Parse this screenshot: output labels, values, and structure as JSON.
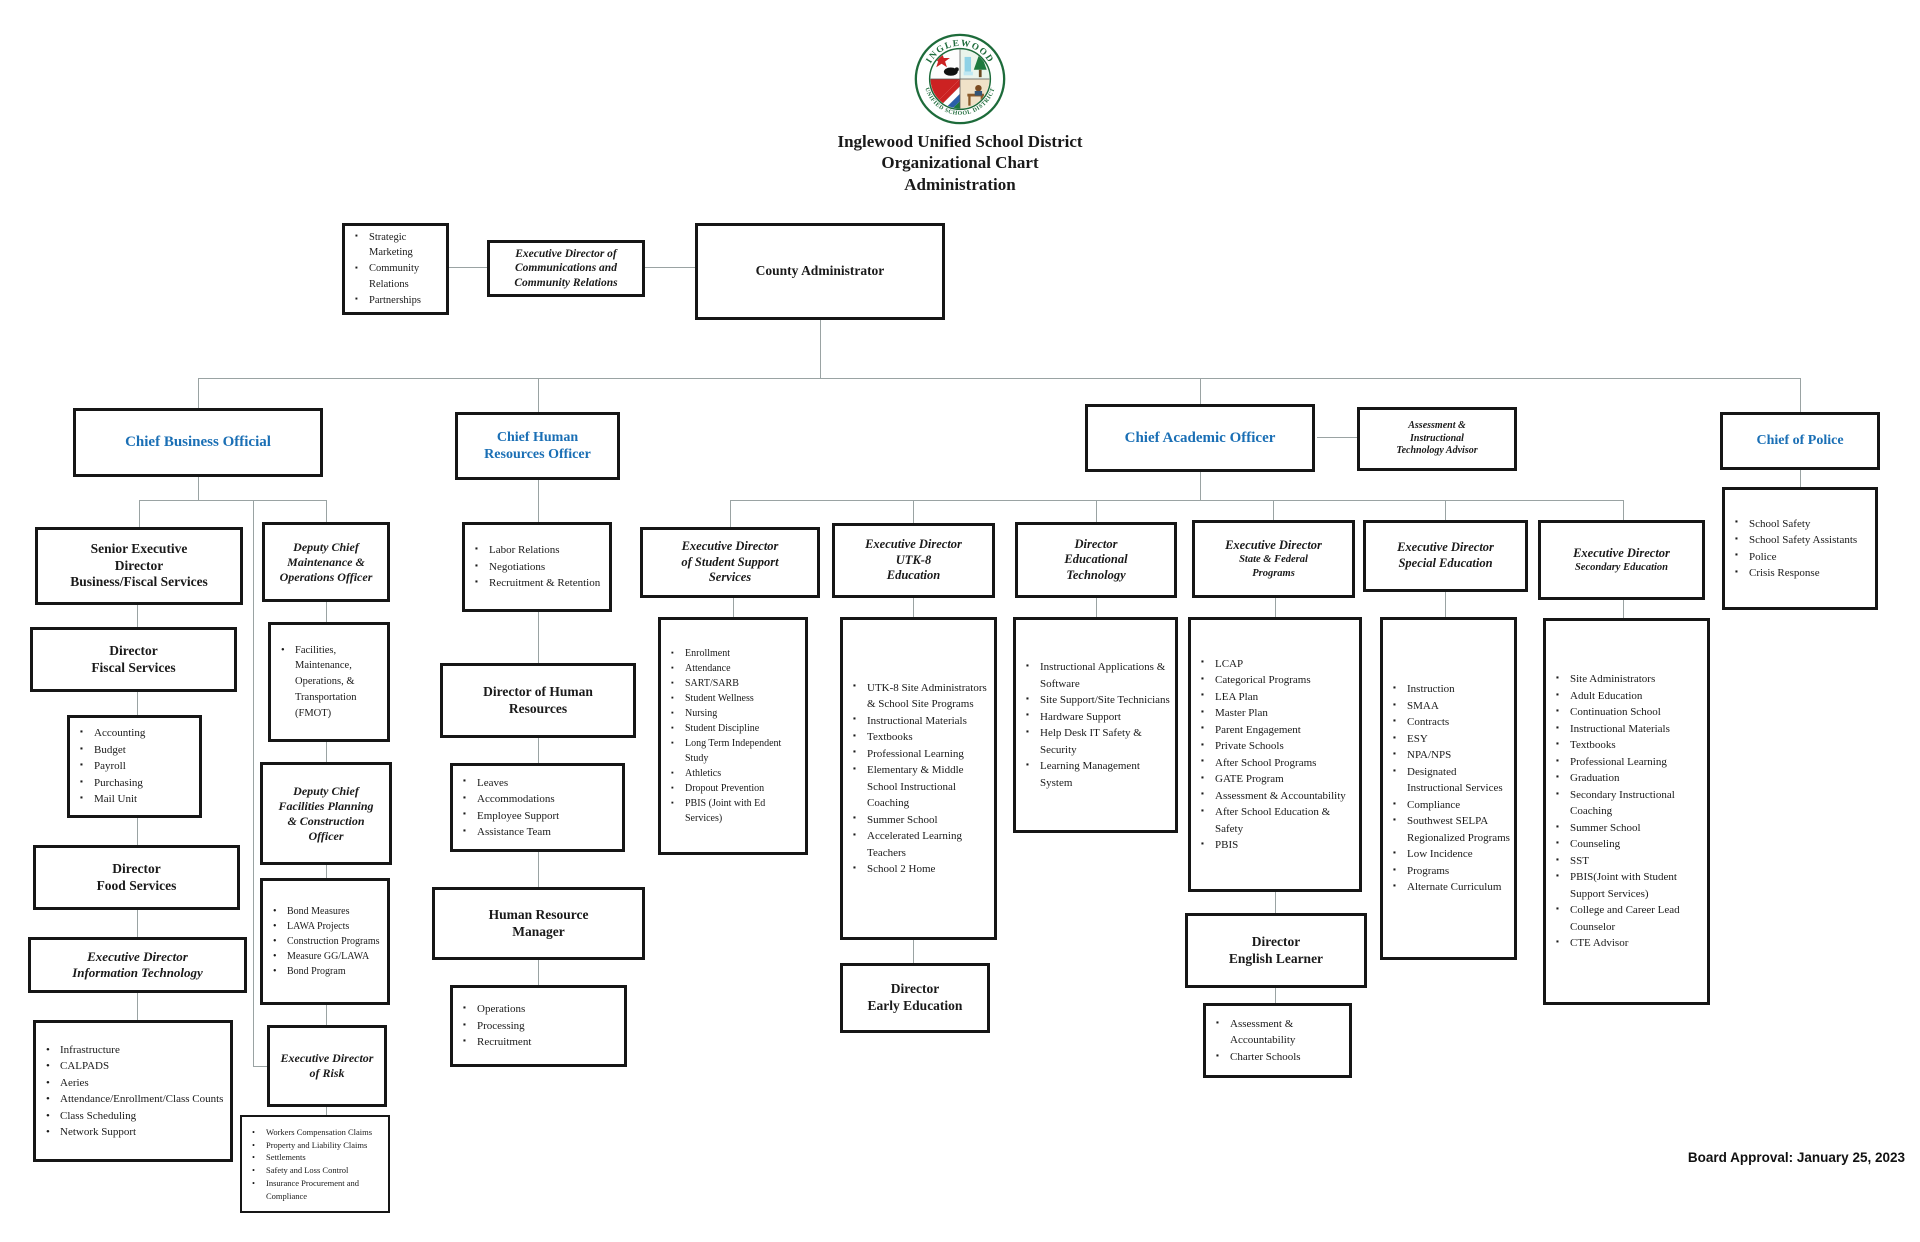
{
  "colors": {
    "chief_blue": "#1a6fb5",
    "seal_green": "#1d6b3a",
    "line_gray": "#9aa3a3"
  },
  "header": {
    "logo": {
      "arc_top": "INGLEWOOD",
      "arc_bottom": "UNIFIED SCHOOL DISTRICT"
    },
    "title": [
      "Inglewood Unified School District",
      "Organizational Chart",
      "Administration"
    ]
  },
  "boxes": {
    "comm_list": {
      "items": [
        "Strategic Marketing",
        "Community Relations",
        "Partnerships"
      ]
    },
    "ed_comm": {
      "lines": [
        "Executive Director of",
        "Communications and",
        "Community Relations"
      ]
    },
    "county": {
      "lines": [
        "County Administrator"
      ]
    },
    "cbo": {
      "lines": [
        "Chief Business Official"
      ]
    },
    "chro": {
      "lines": [
        "Chief Human",
        "Resources Officer"
      ]
    },
    "cao": {
      "lines": [
        "Chief Academic Officer"
      ]
    },
    "aita": {
      "lines": [
        "Assessment &",
        "Instructional",
        "Technology Advisor"
      ]
    },
    "cop": {
      "lines": [
        "Chief of Police"
      ]
    },
    "senior_exec": {
      "lines": [
        "Senior Executive",
        "Director",
        "Business/Fiscal Services"
      ]
    },
    "dir_fiscal": {
      "lines": [
        "Director",
        "Fiscal Services"
      ]
    },
    "fiscal_list": {
      "items": [
        "Accounting",
        "Budget",
        "Payroll",
        "Purchasing",
        "Mail Unit"
      ]
    },
    "dir_food": {
      "lines": [
        "Director",
        "Food Services"
      ]
    },
    "ed_it": {
      "lines": [
        "Executive Director",
        "Information Technology"
      ]
    },
    "it_list": {
      "items": [
        "Infrastructure",
        "CALPADS",
        "Aeries",
        "Attendance/Enrollment/Class Counts",
        "Class Scheduling",
        "Network Support"
      ]
    },
    "deputy_mo": {
      "lines": [
        "Deputy Chief",
        "Maintenance &",
        "Operations Officer"
      ]
    },
    "fmot_list": {
      "items": [
        "Facilities, Maintenance, Operations, & Transportation (FMOT)"
      ]
    },
    "deputy_fpc": {
      "lines": [
        "Deputy Chief",
        "Facilities Planning",
        "& Construction",
        "Officer"
      ]
    },
    "bond_list": {
      "items": [
        "Bond Measures",
        "LAWA Projects",
        "Construction Programs",
        "Measure GG/LAWA",
        "Bond Program"
      ]
    },
    "ed_risk": {
      "lines": [
        "Executive Director",
        "of Risk"
      ]
    },
    "risk_list": {
      "items": [
        "Workers Compensation Claims",
        "Property and Liability Claims",
        "Settlements",
        "Safety and Loss Control",
        "Insurance Procurement and Compliance"
      ]
    },
    "hr_list1": {
      "items": [
        "Labor Relations",
        "Negotiations",
        "Recruitment & Retention"
      ]
    },
    "dir_hr": {
      "lines": [
        "Director of Human",
        "Resources"
      ]
    },
    "hr_list2": {
      "items": [
        "Leaves",
        "Accommodations",
        "Employee Support",
        "Assistance Team"
      ]
    },
    "hr_mgr": {
      "lines": [
        "Human Resource",
        "Manager"
      ]
    },
    "hr_list3": {
      "items": [
        "Operations",
        "Processing",
        "Recruitment"
      ]
    },
    "ed_sss": {
      "lines": [
        "Executive Director",
        "of Student Support",
        "Services"
      ]
    },
    "sss_list": {
      "items": [
        "Enrollment",
        "Attendance",
        "SART/SARB",
        "Student Wellness",
        "Nursing",
        "Student Discipline",
        "Long Term Independent Study",
        "Athletics",
        "Dropout Prevention",
        "PBIS (Joint with Ed Services)"
      ]
    },
    "ed_utk8": {
      "lines": [
        "Executive Director",
        "UTK-8",
        "Education"
      ]
    },
    "utk8_list": {
      "items": [
        "UTK-8 Site Administrators & School Site Programs",
        "Instructional Materials",
        "Textbooks",
        "Professional Learning",
        "Elementary & Middle School Instructional Coaching",
        "Summer School",
        "Accelerated Learning Teachers",
        "School 2 Home"
      ]
    },
    "dir_early": {
      "lines": [
        "Director",
        "Early Education"
      ]
    },
    "dir_edtech": {
      "lines": [
        "Director",
        "Educational",
        "Technology"
      ]
    },
    "edtech_list": {
      "items": [
        "Instructional Applications & Software",
        "Site Support/Site Technicians",
        "Hardware Support",
        "Help Desk IT Safety & Security",
        "Learning Management System"
      ]
    },
    "ed_sf": {
      "line1": "Executive Director",
      "sub": [
        "State & Federal",
        "Programs"
      ]
    },
    "sf_list": {
      "items": [
        "LCAP",
        "Categorical Programs",
        "LEA Plan",
        "Master Plan",
        "Parent Engagement",
        "Private Schools",
        "After School Programs",
        "GATE Program",
        "Assessment & Accountability",
        "After School Education & Safety",
        "PBIS"
      ]
    },
    "dir_el": {
      "lines": [
        "Director",
        "English Learner"
      ]
    },
    "el_list": {
      "items": [
        "Assessment & Accountability",
        "Charter Schools"
      ]
    },
    "ed_sped": {
      "lines": [
        "Executive Director",
        "Special Education"
      ]
    },
    "sped_list": {
      "items": [
        "Instruction",
        "SMAA",
        "Contracts",
        "ESY",
        "NPA/NPS",
        "Designated Instructional Services",
        "Compliance",
        "Southwest SELPA Regionalized Programs",
        "Low Incidence",
        "Programs",
        "Alternate Curriculum"
      ]
    },
    "ed_sec": {
      "line1": "Executive Director",
      "sub": [
        "Secondary Education"
      ]
    },
    "sec_list": {
      "items": [
        "Site Administrators",
        "Adult Education",
        "Continuation School",
        "Instructional Materials",
        "Textbooks",
        "Professional Learning",
        "Graduation",
        "Secondary Instructional Coaching",
        "Summer School",
        "Counseling",
        "SST",
        "PBIS(Joint with Student Support Services)",
        "College and Career Lead Counselor",
        "CTE Advisor"
      ]
    },
    "police_list": {
      "items": [
        "School Safety",
        "School Safety Assistants",
        "Police",
        "Crisis Response"
      ]
    }
  },
  "footer": {
    "board_approval": "Board Approval: January 25, 2023"
  }
}
